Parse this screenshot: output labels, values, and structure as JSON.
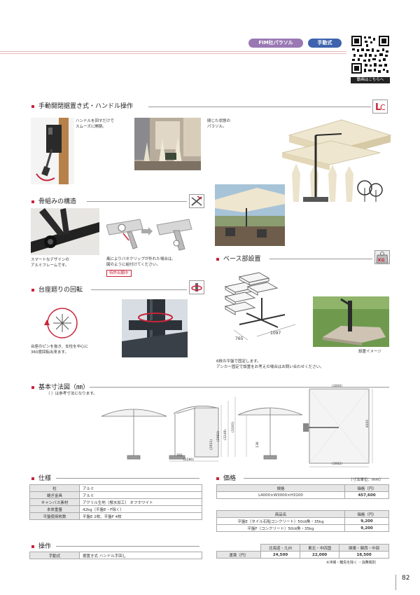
{
  "header": {
    "badge_left": "FIM社パラソル",
    "badge_right": "手動式",
    "qr_caption": "動画はこちらへ",
    "colors": {
      "badge_left": "#9a78b4",
      "badge_right": "#3e62ae",
      "accent": "#c8253a",
      "hairline": "#e8b8b8"
    }
  },
  "sections": {
    "manual": {
      "title": "手動開閉据置き式・ハンドル操作",
      "caption_handle": "ハンドルを回すだけで\nスムーズに開閉。",
      "caption_closed": "閉じた状態の\nパラソル。"
    },
    "frame": {
      "title": "骨組みの構造",
      "caption_frame": "スマートなデザインの\nアルミフレームです。",
      "caption_clip": "風によりバネクリップが外れた場合は、\n図のように組付けてください。",
      "patent": "特許出願中"
    },
    "base": {
      "title": "ベース部設置",
      "dim_a": "765",
      "dim_b": "1097",
      "image_caption": "設置イメージ",
      "note": "6枚の平盤で固定します。\nアンカー固定で設置をお考えの場合はお問い合わせください。",
      "icon_label": "KG"
    },
    "rotation": {
      "title": "台座廻りの回転",
      "caption": "台座のピンを抜き、支柱を中心に\n360度回転出来ます。"
    },
    "dimensions": {
      "title": "基本寸法図（㎜）",
      "note": "（ ）は参考寸法になります。",
      "labels": [
        "(3000)",
        "4000",
        "(3002)",
        "(2280)",
        "(2911)",
        "(2983)",
        "(3248)",
        "(3100)",
        "765",
        "136"
      ]
    }
  },
  "spec": {
    "title": "仕様",
    "rows": [
      [
        "柱",
        "アルミ"
      ],
      [
        "継ぎ金具",
        "アルミ"
      ],
      [
        "キャンバス素材",
        "アクリル生地（撥水加工） オフホワイト"
      ],
      [
        "本体重量",
        "42kg（平盤E・F除く）"
      ],
      [
        "平盤使用枚数",
        "平盤E 2枚、平盤F 4枚"
      ]
    ]
  },
  "operation": {
    "title": "操作",
    "rows": [
      [
        "手動式",
        "据置き式 ハンドル手回し"
      ]
    ]
  },
  "price": {
    "title": "価格",
    "unit": "（寸法単位：mm）",
    "table1": {
      "headers": [
        "規格",
        "価格（円）"
      ],
      "rows": [
        [
          "L4000×W3000×H3100",
          "457,600"
        ]
      ]
    },
    "table2": {
      "headers": [
        "商品名",
        "価格（円）"
      ],
      "rows": [
        [
          "平盤E（タイル石貼コンクリート）50㎝角・35kg",
          "9,200"
        ],
        [
          "平盤F（コンクリート）50㎝角・35kg",
          "9,200"
        ]
      ]
    },
    "table3": {
      "headers": [
        "",
        "北海道・九州",
        "東北・中四国",
        "関東・関西・中部"
      ],
      "rows": [
        [
          "運賃（円）",
          "24,500",
          "22,000",
          "18,500"
        ]
      ]
    },
    "footnote": "※沖縄・離島を除く ・消費税別"
  },
  "page_number": "82"
}
